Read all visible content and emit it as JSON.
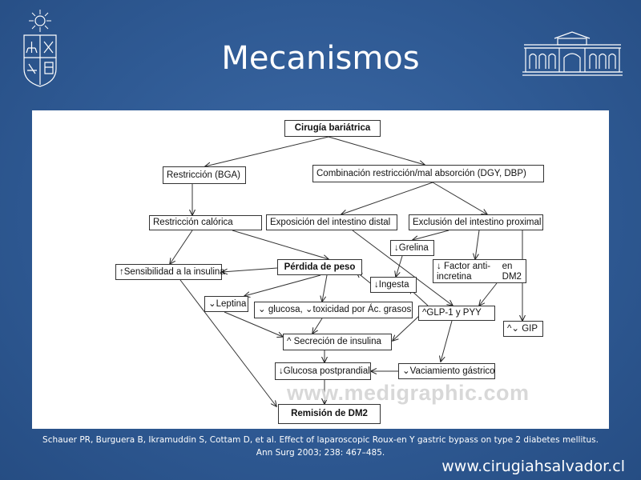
{
  "slide": {
    "title": "Mecanismos",
    "citation_line1": "Schauer PR, Burguera B, Ikramuddin S, Cottam D, et al. Effect of laparoscopic Roux-en Y gastric bypass on type 2 diabetes mellitus.",
    "citation_line2": "Ann Surg 2003; 238: 467–485.",
    "website": "www.cirugiahsalvador.cl"
  },
  "logos": {
    "left": "university-crest-icon",
    "right": "hospital-building-icon"
  },
  "diagram": {
    "watermark": "www.medigraphic.com",
    "nodes": {
      "cirugia": "Cirugía bariátrica",
      "restriccion": "Restricción (BGA)",
      "combinacion": "Combinación restricción/mal absorción (DGY, DBP)",
      "restriccion_calorica": "Restricción calórica",
      "exposicion": "Exposición del intestino distal",
      "exclusion": "Exclusión del intestino proximal",
      "grelina": "↓Grelina",
      "factor_line1": "↓ Factor anti-incretina",
      "factor_line2": "en DM2",
      "sensibilidad": "↑Sensibilidad a la insulina",
      "perdida": "Pérdida de peso",
      "ingesta": "↓Ingesta",
      "leptina": "⌄Leptina",
      "glucosa_toxicidad": "⌄ glucosa, ⌄toxicidad por Ác. grasos",
      "glp1": "^GLP-1 y PYY",
      "gip": "^⌄  GIP",
      "secrecion": "^ Secreción de insulina",
      "glucosa_post": "↓Glucosa postprandial",
      "vaciamiento": "⌄Vaciamiento gástrico",
      "remision": "Remisión de DM2"
    }
  }
}
